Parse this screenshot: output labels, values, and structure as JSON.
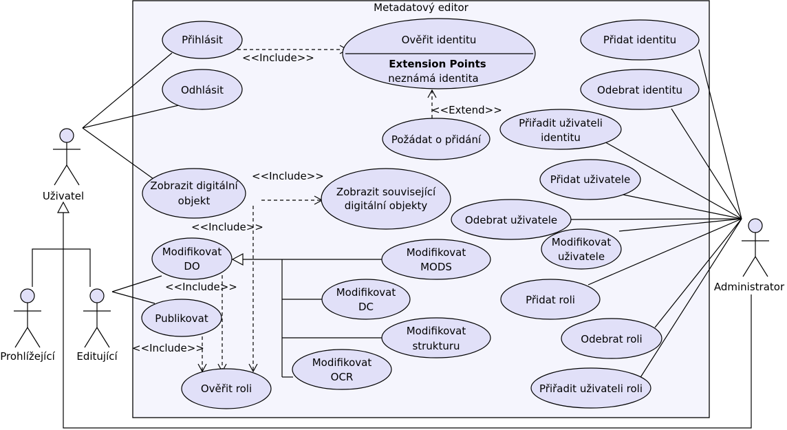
{
  "system": {
    "title": "Metadatový editor"
  },
  "actors": {
    "uzivatel": "Uživatel",
    "prohlizejici": "Prohlížející",
    "editujici": "Editující",
    "administrator": "Administrator"
  },
  "usecases": {
    "prihlasit": "Přihlásit",
    "odhlasit": "Odhlásit",
    "overit_identitu": "Ověřit identitu",
    "extension_points_title": "Extension Points",
    "extension_point_1": "neznámá identita",
    "pozadat": "Požádat o přidání",
    "zobrazit_do_1": "Zobrazit digitální",
    "zobrazit_do_2": "objekt",
    "zobrazit_souv_1": "Zobrazit související",
    "zobrazit_souv_2": "digitální objekty",
    "modifikovat_do_1": "Modifikovat",
    "modifikovat_do_2": "DO",
    "publikovat": "Publikovat",
    "overit_roli": "Ověřit roli",
    "mod_mods_1": "Modifikovat",
    "mod_mods_2": "MODS",
    "mod_dc_1": "Modifikovat",
    "mod_dc_2": "DC",
    "mod_strukturu_1": "Modifikovat",
    "mod_strukturu_2": "strukturu",
    "mod_ocr_1": "Modifikovat",
    "mod_ocr_2": "OCR",
    "pridat_identitu": "Přidat identitu",
    "odebrat_identitu": "Odebrat identitu",
    "priradit_identitu_1": "Přiřadit uživateli",
    "priradit_identitu_2": "identitu",
    "pridat_uzivatele": "Přidat uživatele",
    "odebrat_uzivatele": "Odebrat uživatele",
    "modifikovat_uzivatele_1": "Modifikovat",
    "modifikovat_uzivatele_2": "uživatele",
    "pridat_roli": "Přidat roli",
    "odebrat_roli": "Odebrat roli",
    "priradit_roli": "Přiřadit uživateli roli"
  },
  "relations": {
    "include": "<<Include>>",
    "extend": "<<Extend>>"
  }
}
